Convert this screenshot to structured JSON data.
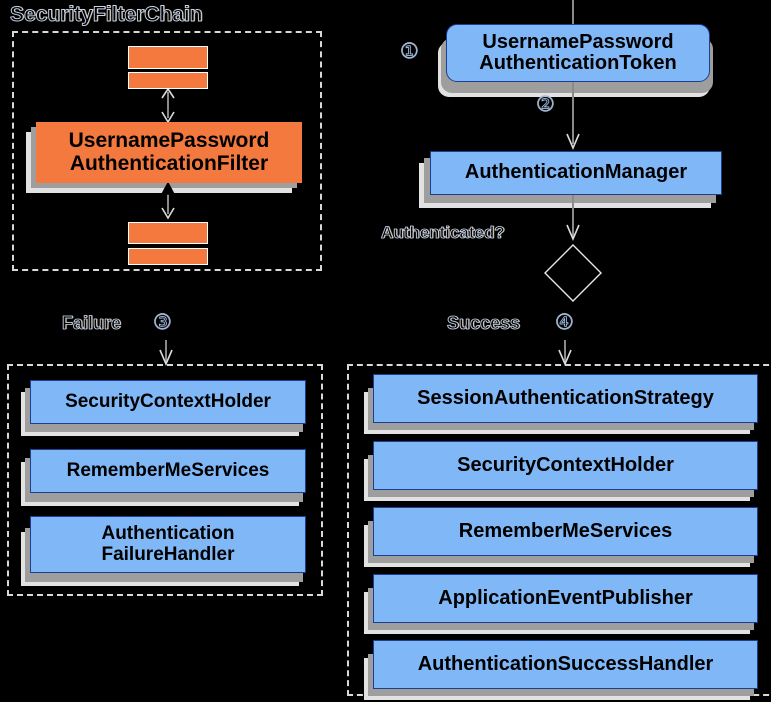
{
  "diagram": {
    "title": "Spring Security UsernamePasswordAuthenticationFilter flow",
    "background_color": "#000000",
    "colors": {
      "orange_fill": "#f4793f",
      "blue_fill": "#7fb7f7",
      "blue_border": "#1c3f8f",
      "shadow_dark": "#9e9e9e",
      "shadow_light": "#e2e2e2",
      "dashed_border": "#d8d8d8",
      "connector": "#8a8a8a"
    }
  },
  "groups": {
    "filter_chain": {
      "title": "SecurityFilterChain"
    },
    "failure_group": {
      "title": ""
    },
    "success_group": {
      "title": ""
    }
  },
  "filter_chain": {
    "filters_above": [
      "",
      ""
    ],
    "main_filter": "UsernamePassword\nAuthenticationFilter",
    "main_filter_line1": "UsernamePassword",
    "main_filter_line2": "AuthenticationFilter",
    "filters_below": [
      "",
      ""
    ]
  },
  "flow": {
    "token": {
      "line1": "UsernamePassword",
      "line2": "AuthenticationToken",
      "step": "①"
    },
    "step_two": "②",
    "manager": "AuthenticationManager",
    "decision_label": "Authenticated?",
    "failure_label": "Failure",
    "failure_step": "③",
    "success_label": "Success",
    "success_step": "④"
  },
  "failure_branch": {
    "items": [
      {
        "label": "SecurityContextHolder"
      },
      {
        "label": "RememberMeServices"
      },
      {
        "label": "Authentication\nFailureHandler",
        "line1": "Authentication",
        "line2": "FailureHandler"
      }
    ]
  },
  "success_branch": {
    "items": [
      {
        "label": "SessionAuthenticationStrategy"
      },
      {
        "label": "SecurityContextHolder"
      },
      {
        "label": "RememberMeServices"
      },
      {
        "label": "ApplicationEventPublisher"
      },
      {
        "label": "AuthenticationSuccessHandler"
      }
    ]
  }
}
